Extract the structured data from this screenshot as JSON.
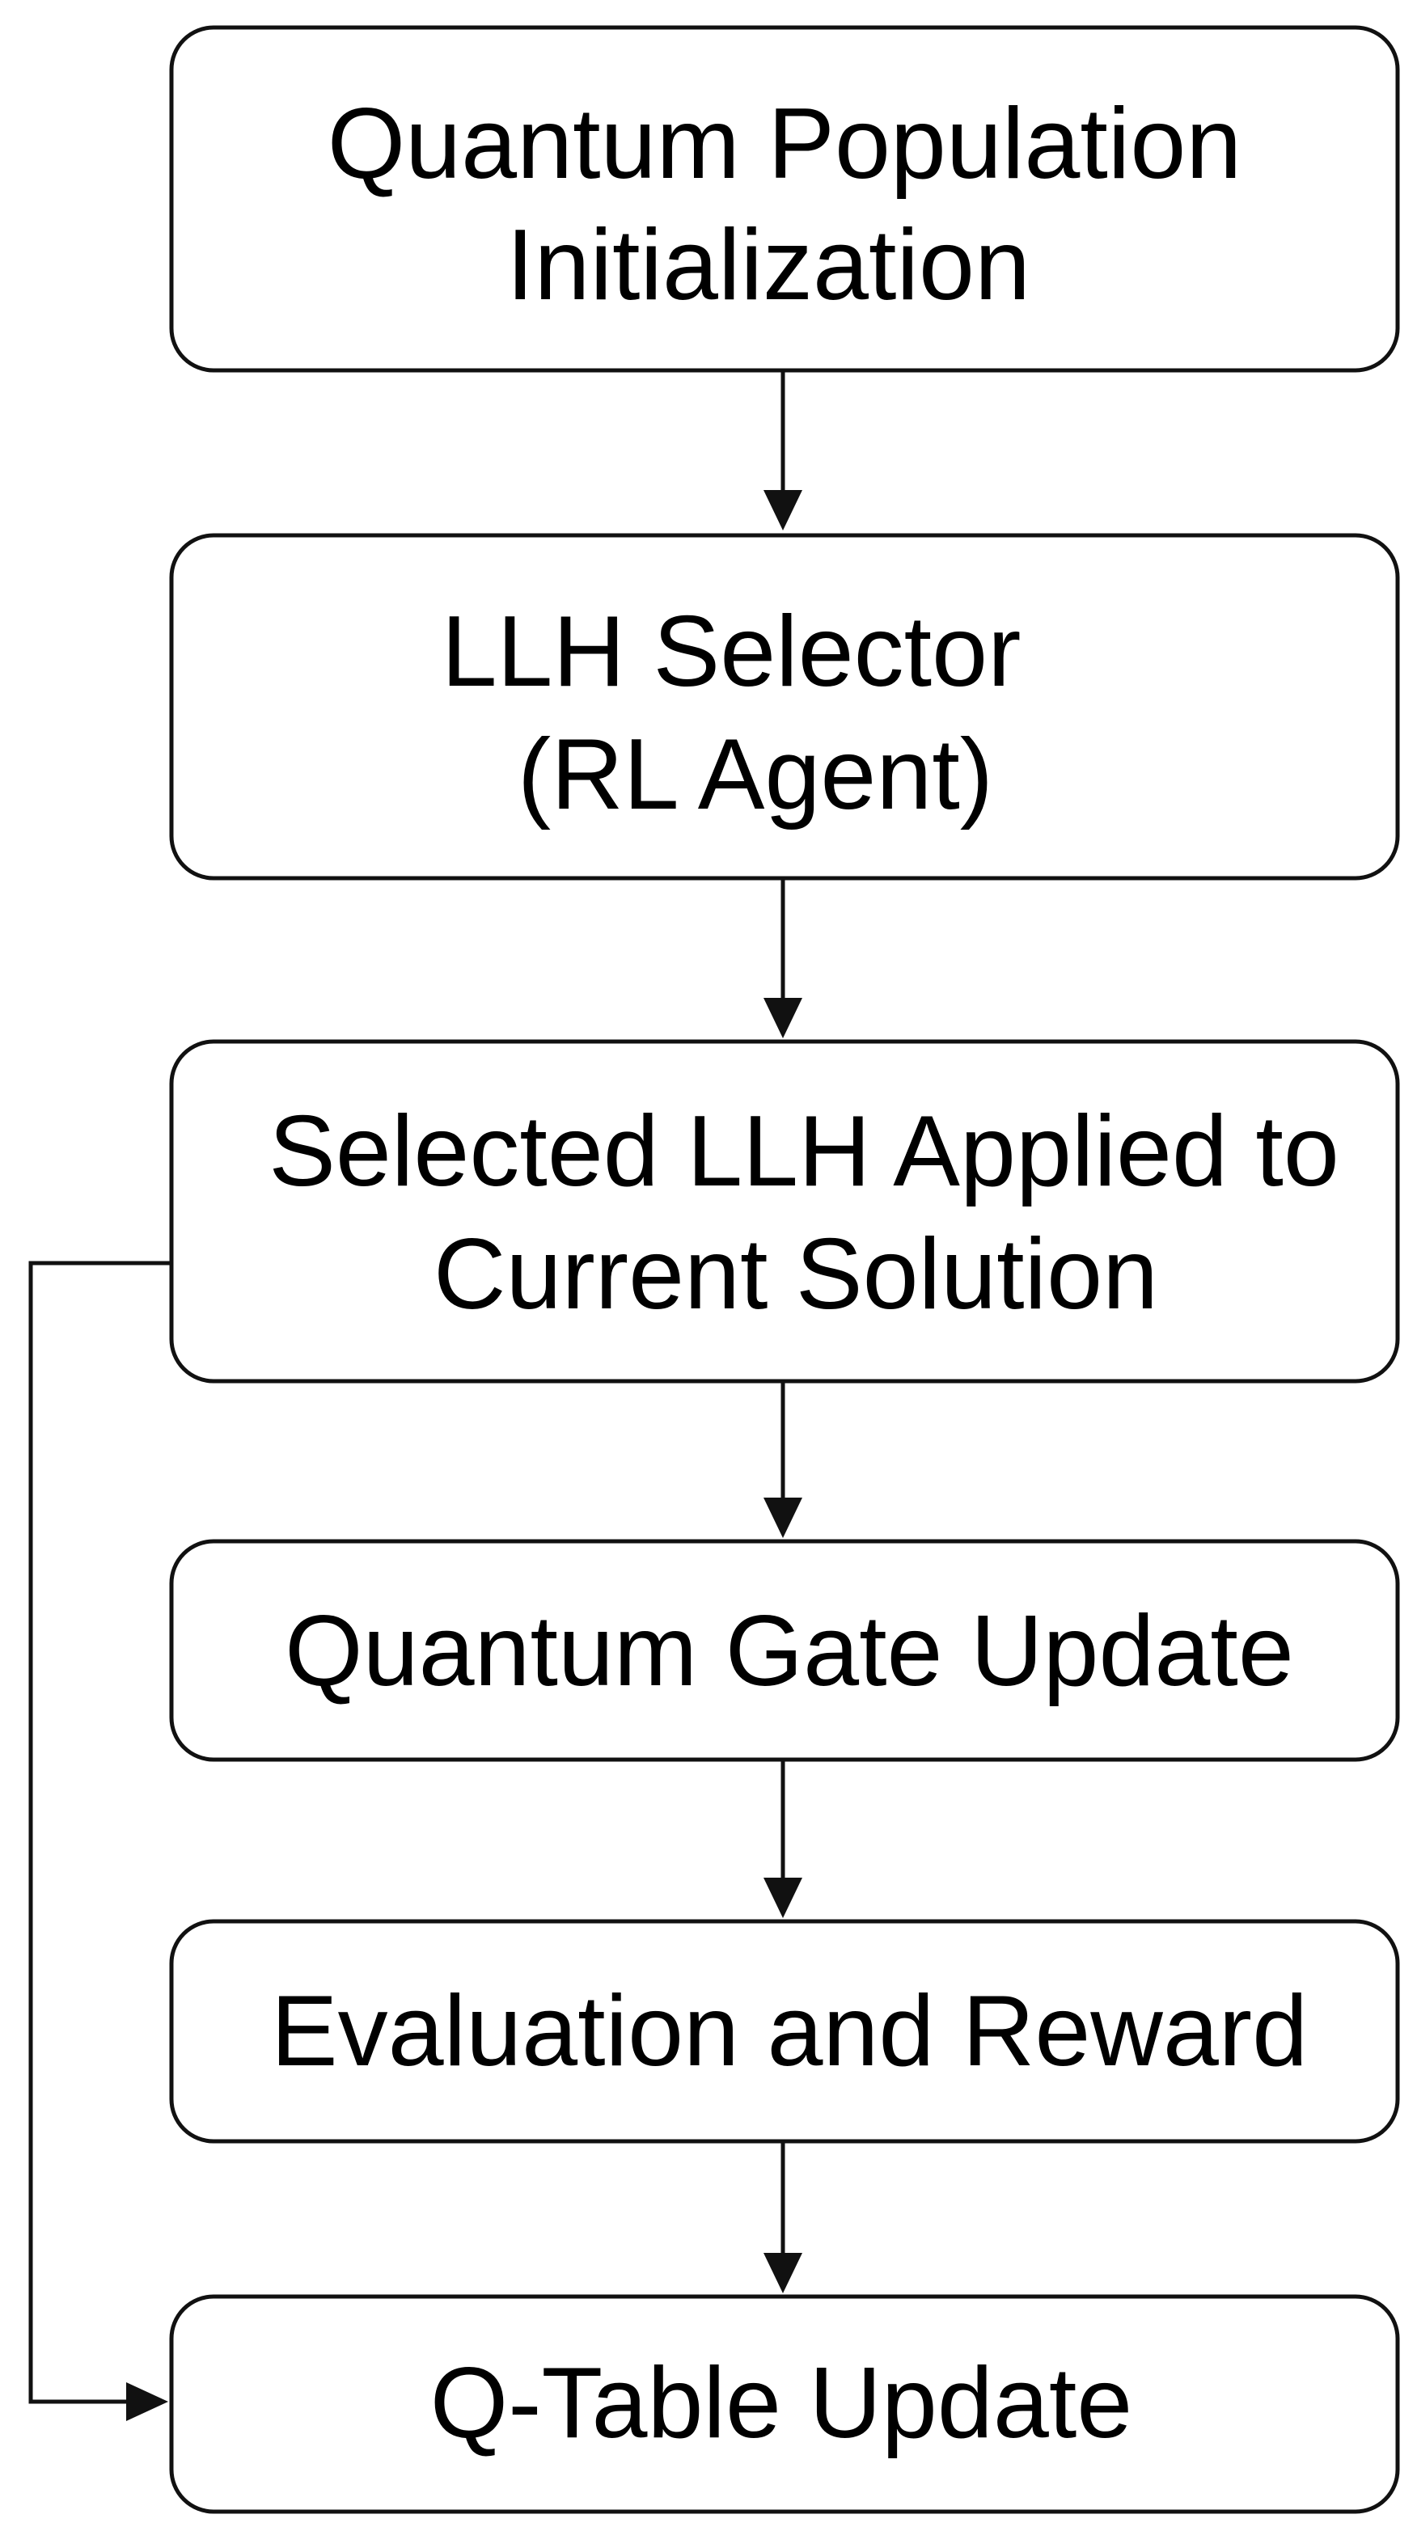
{
  "nodes": [
    {
      "id": "init",
      "lines": [
        "Quantum Population",
        "Initialization"
      ]
    },
    {
      "id": "selector",
      "lines": [
        "LLH Selector",
        "(RL Agent)"
      ]
    },
    {
      "id": "apply",
      "lines": [
        "Selected LLH Applied to",
        "Current Solution"
      ]
    },
    {
      "id": "gate",
      "lines": [
        "Quantum Gate Update"
      ]
    },
    {
      "id": "eval",
      "lines": [
        "Evaluation and Reward"
      ]
    },
    {
      "id": "qtable",
      "lines": [
        "Q-Table Update"
      ]
    }
  ],
  "edges": [
    {
      "from": "init",
      "to": "selector"
    },
    {
      "from": "selector",
      "to": "apply"
    },
    {
      "from": "apply",
      "to": "gate"
    },
    {
      "from": "gate",
      "to": "eval"
    },
    {
      "from": "eval",
      "to": "qtable"
    },
    {
      "from": "apply",
      "to": "qtable",
      "route": "left-bypass"
    }
  ]
}
